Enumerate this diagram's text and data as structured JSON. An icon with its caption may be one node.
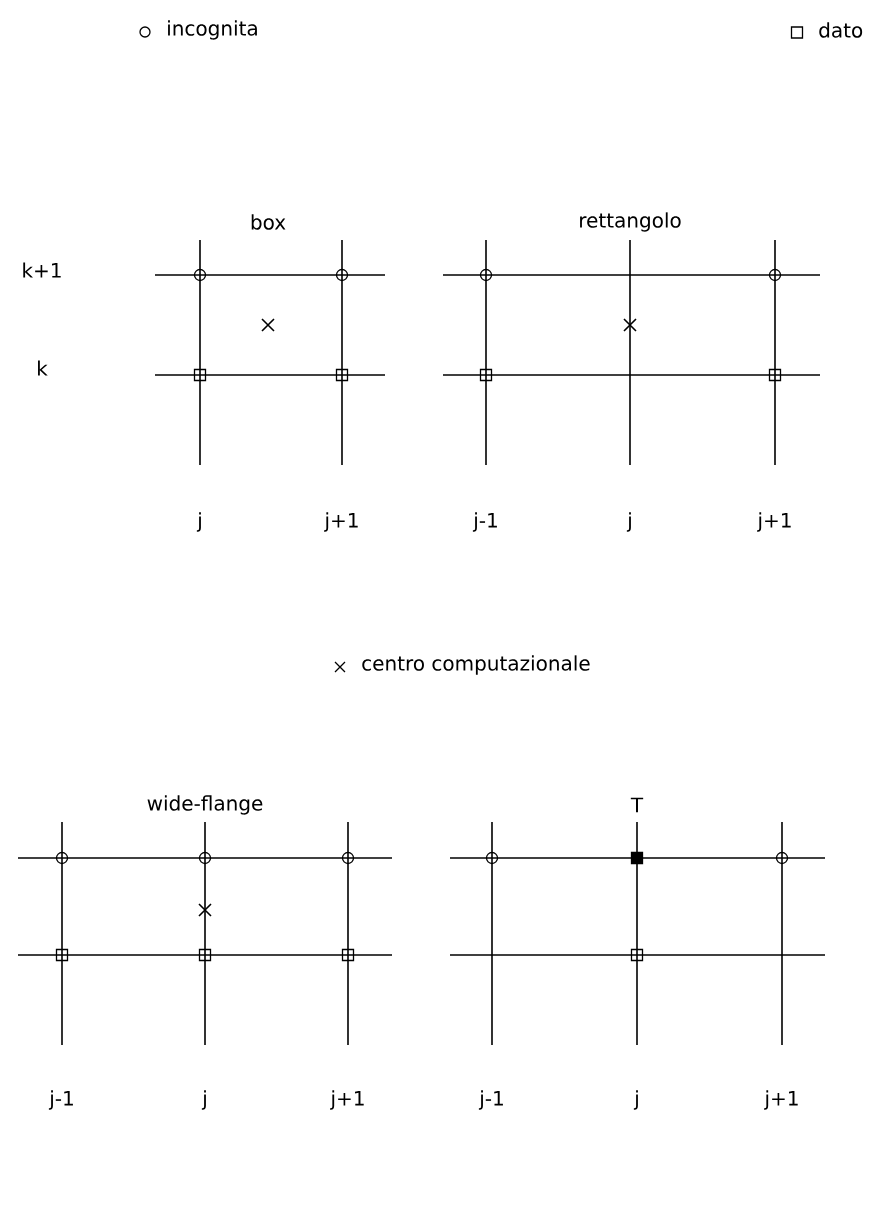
{
  "diagram": {
    "labels": [
      "box",
      "rettangolo",
      "k+1",
      "k",
      "j",
      "j+1",
      "j-1",
      "j",
      "j+1",
      "wide-flange",
      "T",
      "j-1",
      "j",
      "j+1",
      "j-1",
      "j",
      "j+1"
    ],
    "legend": [
      {
        "text": "incognita"
      },
      {
        "text": "dato"
      },
      {
        "text": "centro computazionale"
      }
    ]
  }
}
